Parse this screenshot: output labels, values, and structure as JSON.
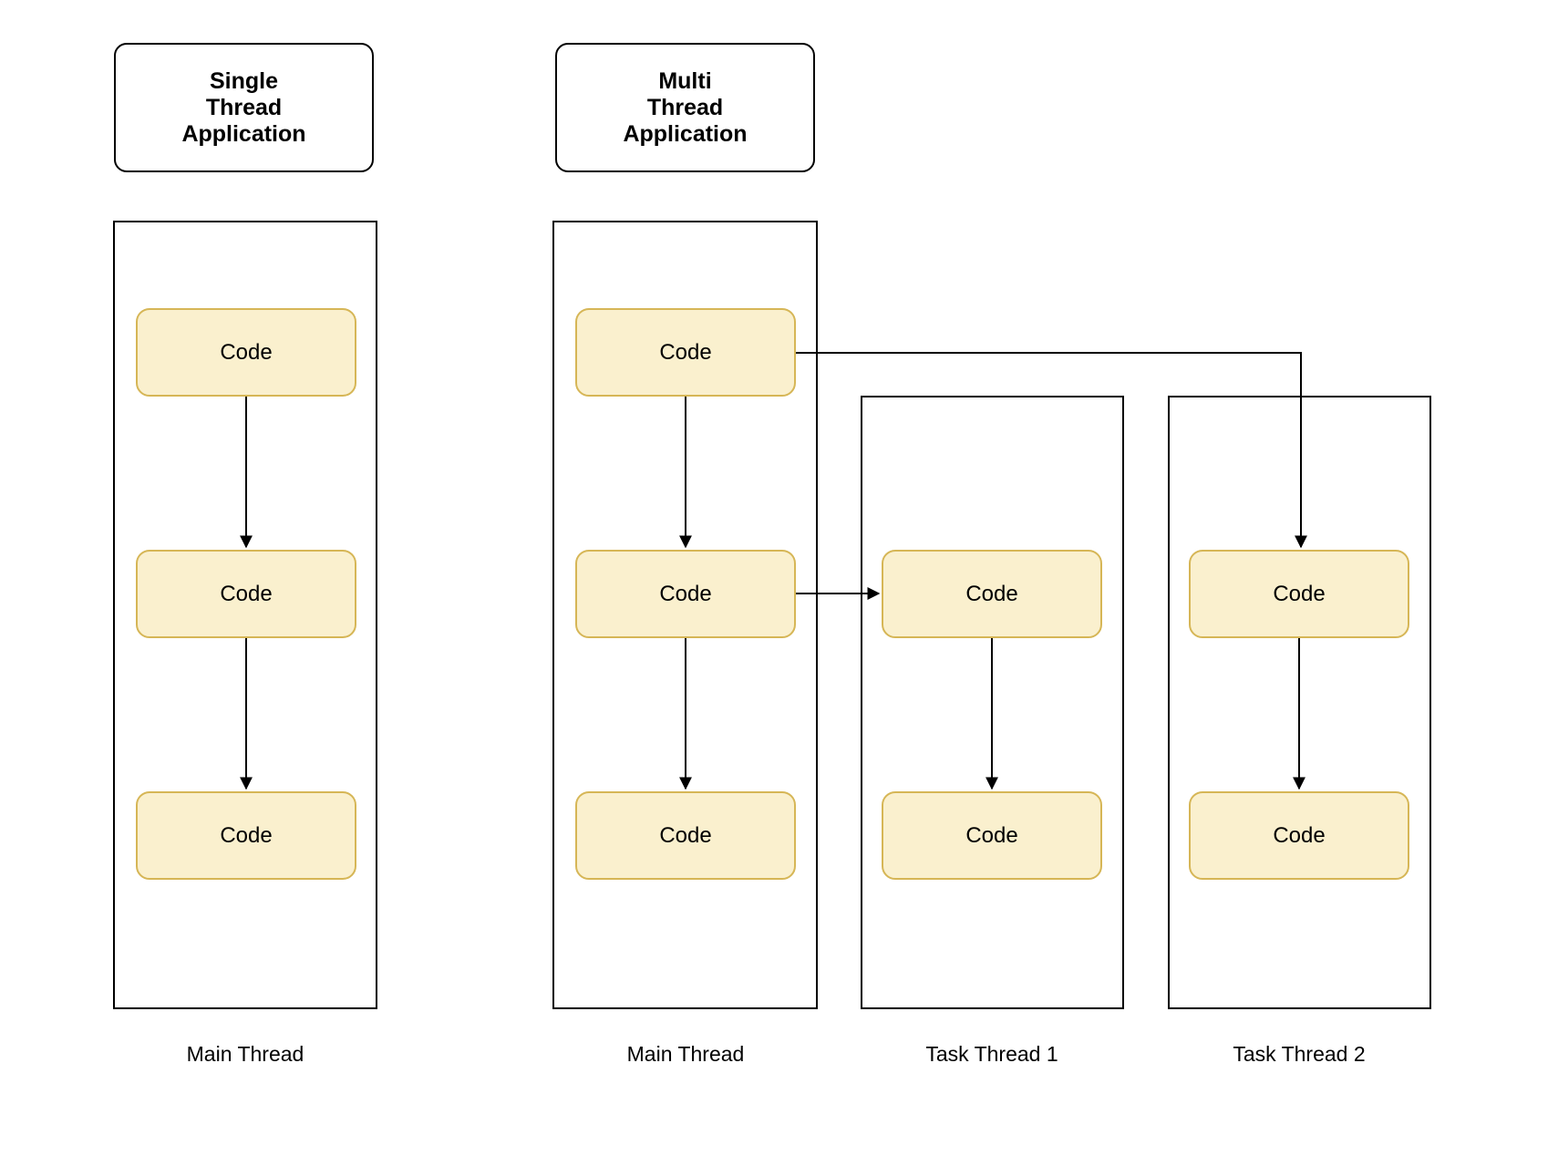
{
  "diagram": {
    "headers": {
      "single": "Single\nThread\nApplication",
      "multi": "Multi\nThread\nApplication"
    },
    "code_label": "Code",
    "thread_labels": [
      "Main Thread",
      "Main Thread",
      "Task Thread 1",
      "Task Thread 2"
    ],
    "colors": {
      "node_fill": "#FAF0CE",
      "node_border": "#D6B656",
      "container_border": "#000000",
      "line": "#000000",
      "background": "#FFFFFF",
      "text": "#000000"
    }
  }
}
